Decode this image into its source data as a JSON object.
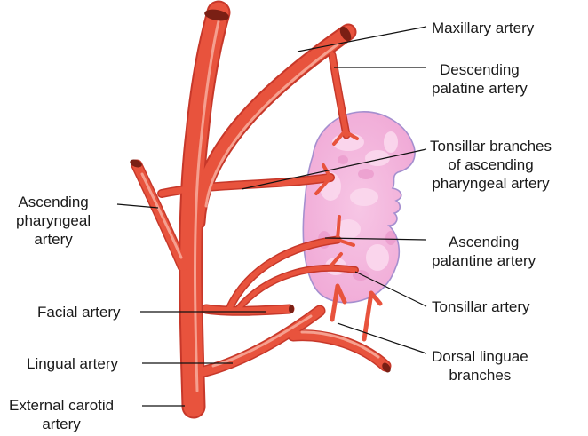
{
  "labels": {
    "maxillary": [
      "Maxillary artery"
    ],
    "descending_palatine": [
      "Descending",
      "palatine artery"
    ],
    "tonsillar_branches": [
      "Tonsillar branches",
      "of ascending",
      "pharyngeal artery"
    ],
    "ascending_palantine": [
      "Ascending",
      "palantine artery"
    ],
    "tonsillar": [
      "Tonsillar artery"
    ],
    "dorsal_linguae": [
      "Dorsal linguae",
      "branches"
    ],
    "ascending_pharyngeal": [
      "Ascending",
      "pharyngeal",
      "artery"
    ],
    "facial": [
      "Facial artery"
    ],
    "lingual": [
      "Lingual artery"
    ],
    "external_carotid": [
      "External carotid",
      "artery"
    ]
  },
  "colors": {
    "artery": "#e8533d",
    "artery_dark": "#c7382a",
    "artery_highlight": "#f7a898",
    "tonsil": "#f4b6dc",
    "tonsil_outline": "#a58fcf",
    "leader": "#111111"
  }
}
